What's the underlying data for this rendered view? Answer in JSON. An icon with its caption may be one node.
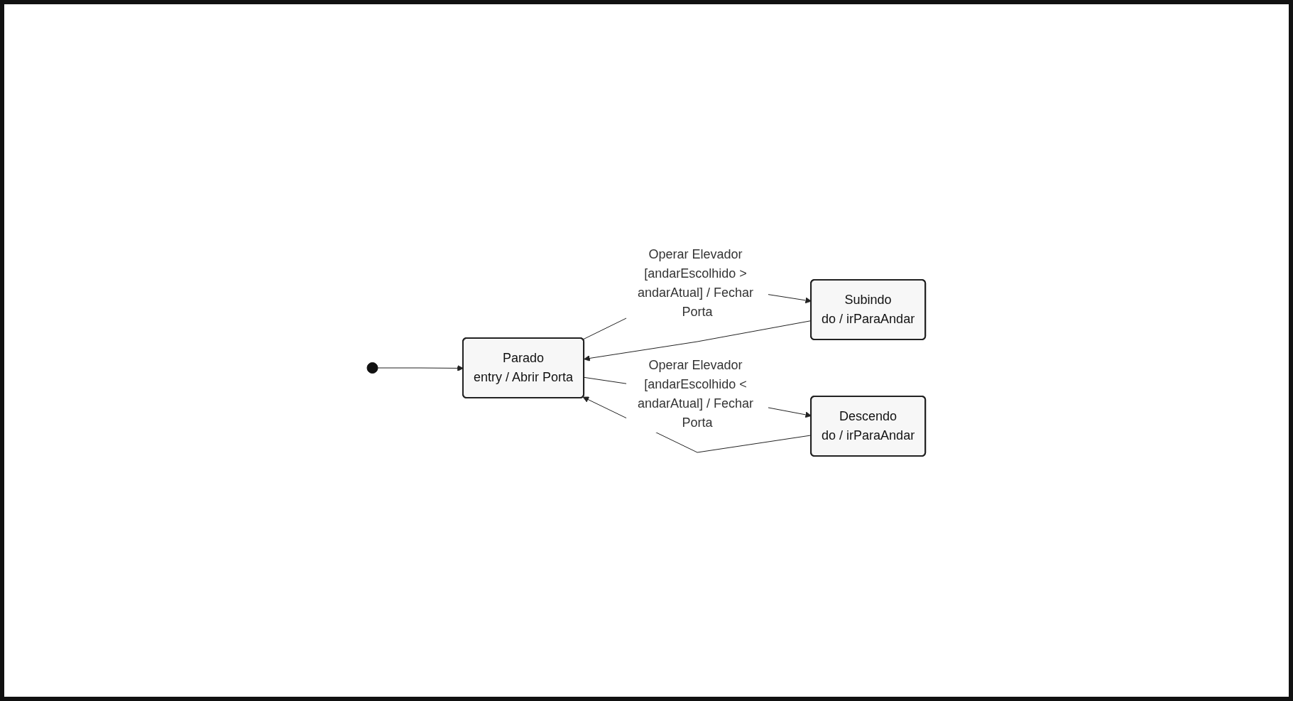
{
  "diagram": {
    "nodes": [
      {
        "text": [],
        "shape": "circle"
      },
      {
        "text": [
          "Parado",
          "entry / Abrir Porta"
        ]
      },
      {
        "text": [
          "Subindo",
          "do / irParaAndar"
        ]
      },
      {
        "text": [
          "Descendo",
          "do / irParaAndar"
        ]
      }
    ],
    "edges": [
      {
        "from": 0,
        "to": 1,
        "arrow": "to"
      },
      {
        "from": 1,
        "to": 2,
        "arrow": "to",
        "label": "Operar Elevador [andarEscolhido > andarAtual] / Fechar Porta"
      },
      {
        "from": 2,
        "to": 1,
        "arrow": "to"
      },
      {
        "from": 1,
        "to": 3,
        "arrow": "to",
        "label": "Operar Elevador [andarEscolhido < andarAtual] / Fechar Porta"
      },
      {
        "from": 3,
        "to": 1,
        "arrow": "to"
      }
    ]
  }
}
